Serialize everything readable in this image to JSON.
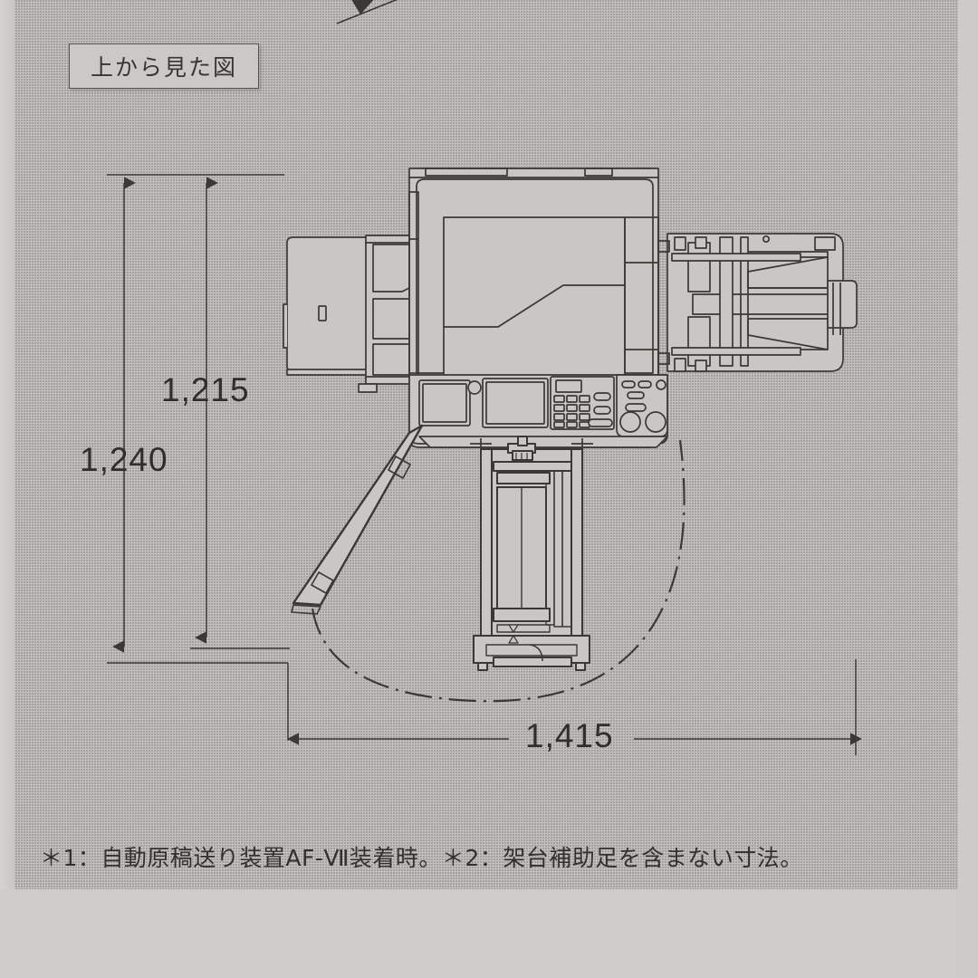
{
  "page": {
    "view_label": "上から見た図",
    "footnote": "＊1：自動原稿送り装置AF-Ⅶ装着時。＊2：架台補助足を含まない寸法。",
    "background_color": "#c3c0bd",
    "line_color": "#3b3835"
  },
  "dimensions": {
    "height_outer": "1,240",
    "height_inner": "1,215",
    "width_overall": "1,415",
    "unit": "mm"
  },
  "chart_data": {
    "type": "diagram",
    "title": "上から見た図",
    "subject": "multifunction copier top-view dimensional drawing",
    "labels": [
      "1,215",
      "1,240",
      "1,415"
    ],
    "annotations": [
      "＊1：自動原稿送り装置AF-Ⅶ装着時。",
      "＊2：架台補助足を含まない寸法。"
    ]
  },
  "machine": {
    "parts": {
      "document_feeder": "自動原稿送り装置",
      "left_tray": "左トレイ",
      "control_panel": "操作パネル",
      "finisher": "フィニッシャー",
      "paper_drawer": "給紙カセット",
      "swing_arc": "開閉軌跡"
    }
  }
}
